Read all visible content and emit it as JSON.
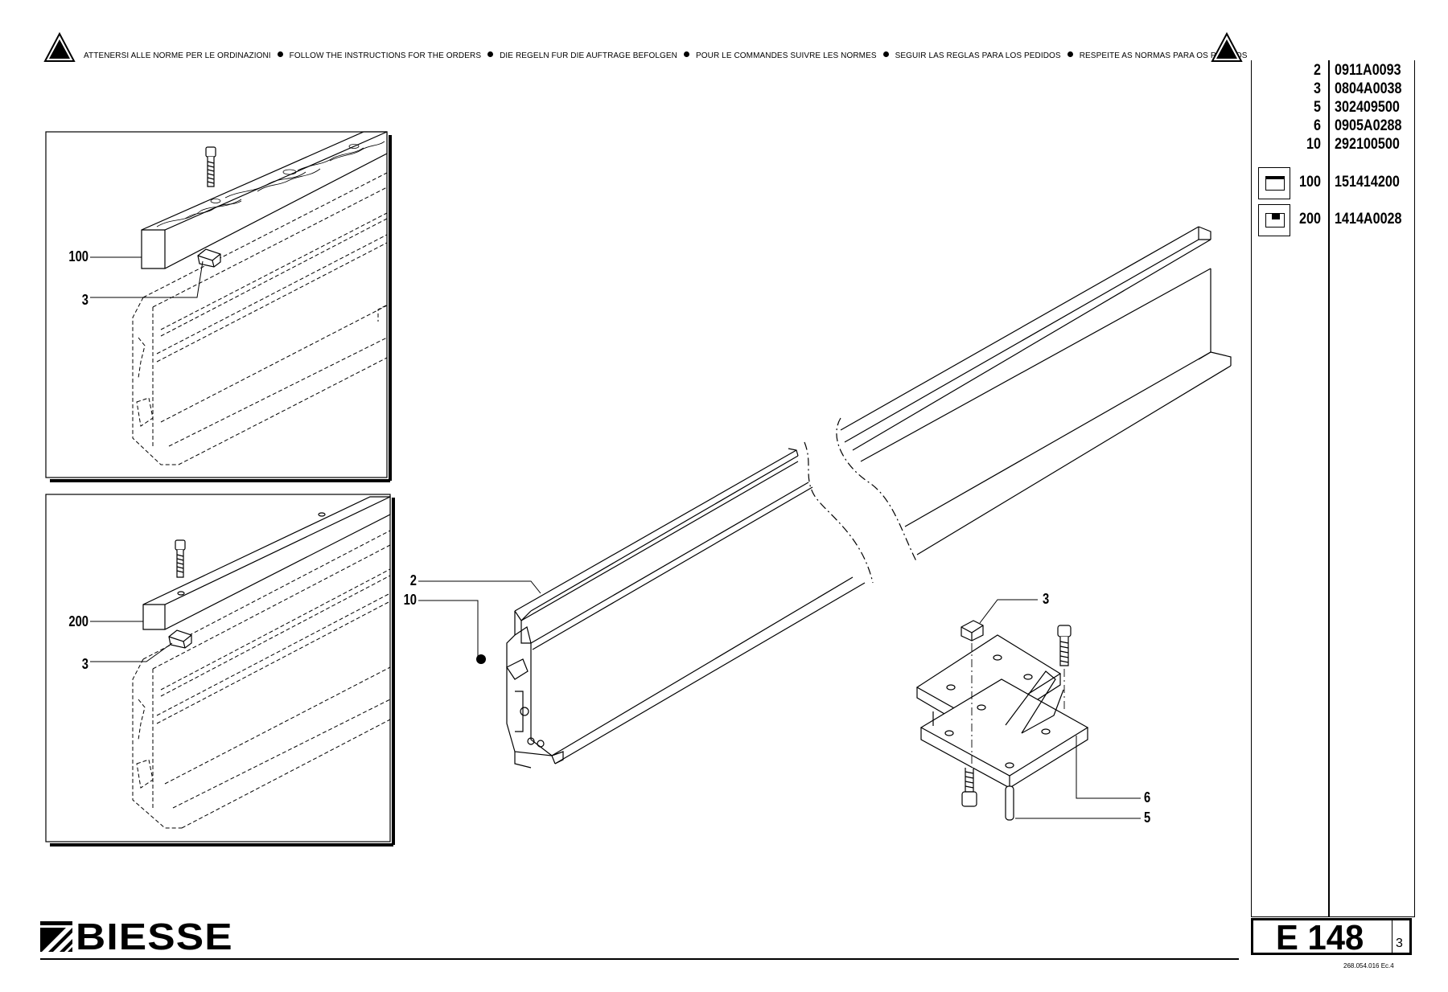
{
  "header": {
    "notices": [
      "ATTENERSI ALLE NORME PER LE ORDINAZIONI",
      "FOLLOW THE INSTRUCTIONS FOR THE ORDERS",
      "DIE REGELN FUR DIE AUFTRAGE BEFOLGEN",
      "POUR LE COMMANDES SUIVRE LES NORMES",
      "SEGUIR LAS REGLAS PARA LOS PEDIDOS",
      "RESPEITE AS NORMAS PARA OS PEDIDOS"
    ],
    "warning_icon": "warning-triangle-icon"
  },
  "parts_list": {
    "rows": [
      {
        "pos": "2",
        "code": "0911A0093"
      },
      {
        "pos": "3",
        "code": "0804A0038"
      },
      {
        "pos": "5",
        "code": "302409500"
      },
      {
        "pos": "6",
        "code": "0905A0288"
      },
      {
        "pos": "10",
        "code": "292100500"
      }
    ],
    "kits": [
      {
        "pos": "100",
        "code": "151414200",
        "icon": "kit-wood-profile-icon"
      },
      {
        "pos": "200",
        "code": "1414A0028",
        "icon": "kit-aluminium-profile-icon"
      }
    ]
  },
  "callouts": {
    "detail_top": {
      "main": "100",
      "nut": "3"
    },
    "detail_bottom": {
      "main": "200",
      "nut": "3"
    },
    "profile": {
      "a": "2",
      "b": "10"
    },
    "bracket": {
      "nut": "3",
      "bolt": "6",
      "pin": "5"
    }
  },
  "footer": {
    "brand": "BIESSE",
    "table_code": "E 148",
    "sheet": "3",
    "doc_number": "268.054.016 Ec.4"
  }
}
